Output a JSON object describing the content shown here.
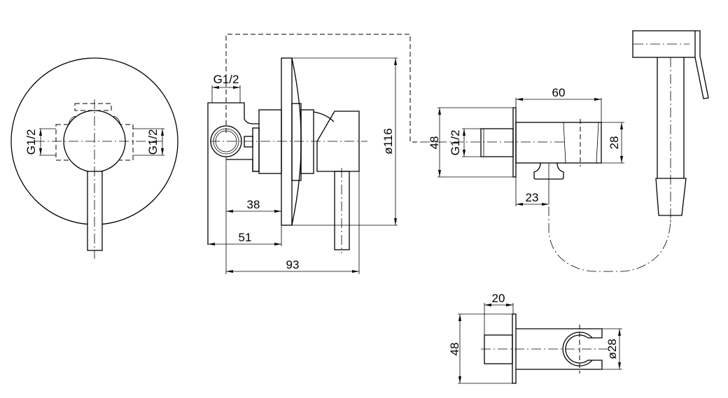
{
  "drawing": {
    "front_view": {
      "inlet_left_label": "G1/2",
      "inlet_right_label": "G1/2"
    },
    "side_view": {
      "inlet_top_label": "G1/2",
      "depth_to_plate": "38",
      "body_depth": "51",
      "overall_depth": "93",
      "plate_diameter": "ø116"
    },
    "outlet_elbow_view": {
      "flange_height": "48",
      "thread_label": "G1/2",
      "length": "60",
      "body_height": "28",
      "valve_offset": "23"
    },
    "holder_view": {
      "thread_length": "20",
      "flange_height": "48",
      "clamp_diameter": "ø28"
    }
  }
}
